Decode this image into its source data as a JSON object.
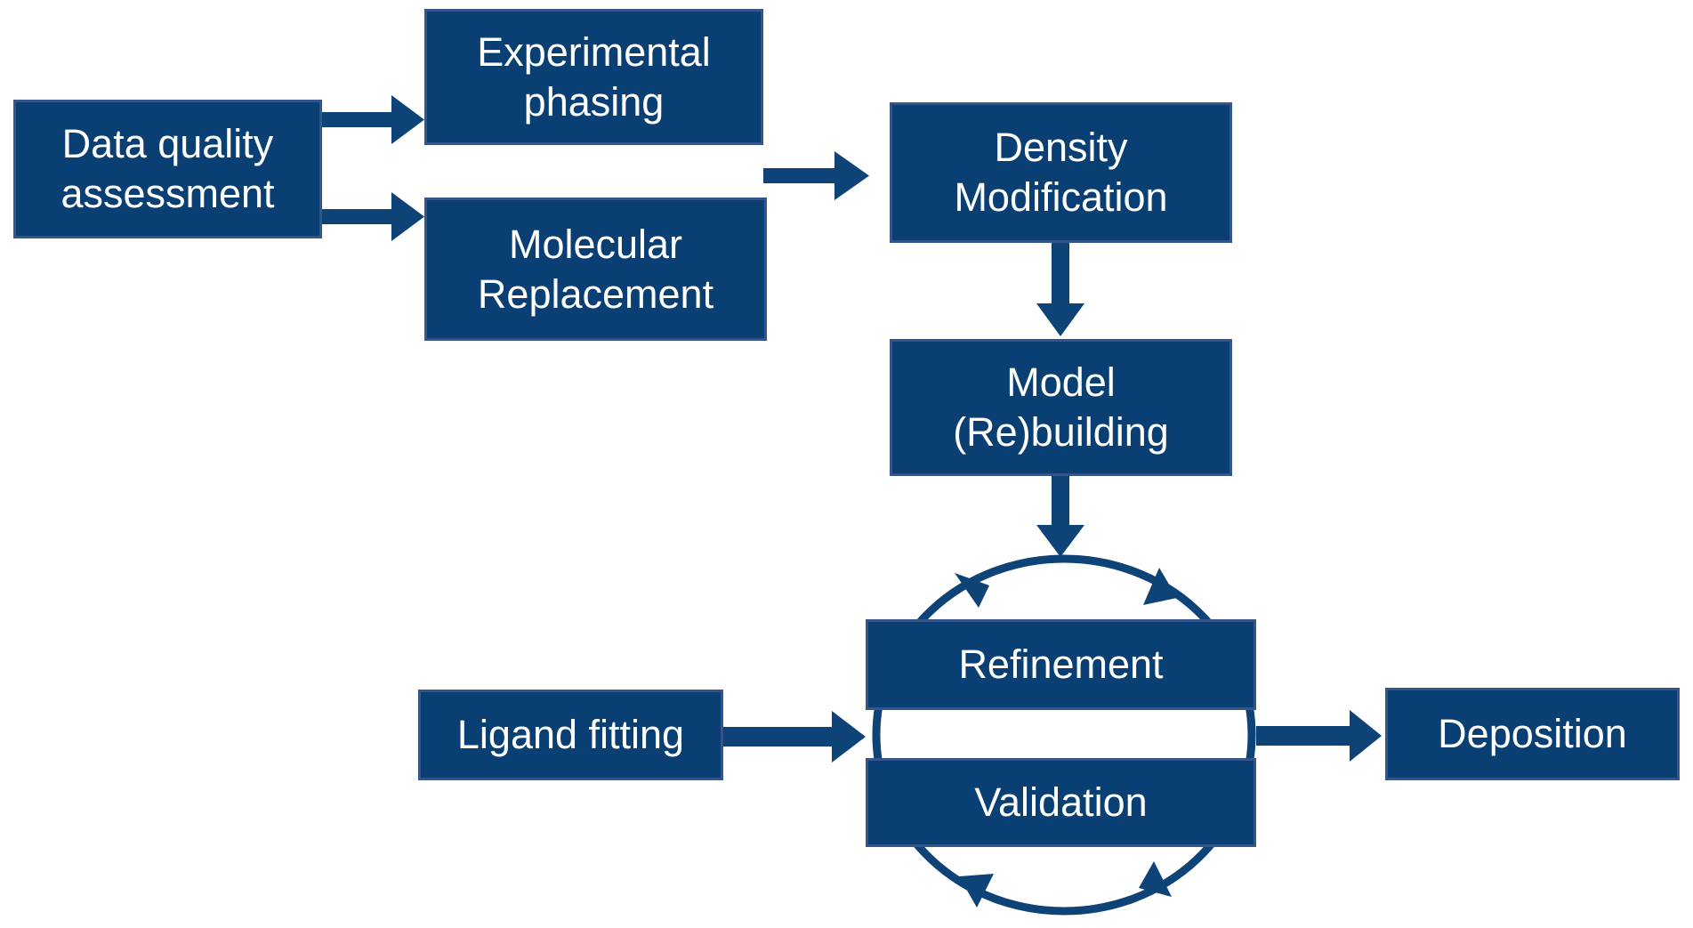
{
  "diagram": {
    "description": "Crystallographic structure determination workflow",
    "nodes": {
      "data_quality": {
        "lines": [
          "Data quality",
          "assessment"
        ]
      },
      "experimental": {
        "lines": [
          "Experimental",
          "phasing"
        ]
      },
      "molecular": {
        "lines": [
          "Molecular",
          "Replacement"
        ]
      },
      "density": {
        "lines": [
          "Density",
          "Modification"
        ]
      },
      "model": {
        "lines": [
          "Model",
          "(Re)building"
        ]
      },
      "refinement": {
        "lines": [
          "Refinement"
        ]
      },
      "validation": {
        "lines": [
          "Validation"
        ]
      },
      "ligand": {
        "lines": [
          "Ligand fitting"
        ]
      },
      "deposition": {
        "lines": [
          "Deposition"
        ]
      }
    },
    "edges": [
      "Data quality assessment -> Experimental phasing",
      "Data quality assessment -> Molecular Replacement",
      "Experimental phasing / Molecular Replacement -> Density Modification",
      "Density Modification -> Model (Re)building",
      "Model (Re)building -> Refinement/Validation cycle",
      "Ligand fitting -> Refinement/Validation cycle",
      "Refinement/Validation cycle -> Deposition"
    ]
  },
  "colors": {
    "box_fill": "#0A3F74",
    "box_border": "#34548C",
    "arrow": "#0E4377",
    "text": "#FFFFFF",
    "background": "#FFFFFF"
  }
}
